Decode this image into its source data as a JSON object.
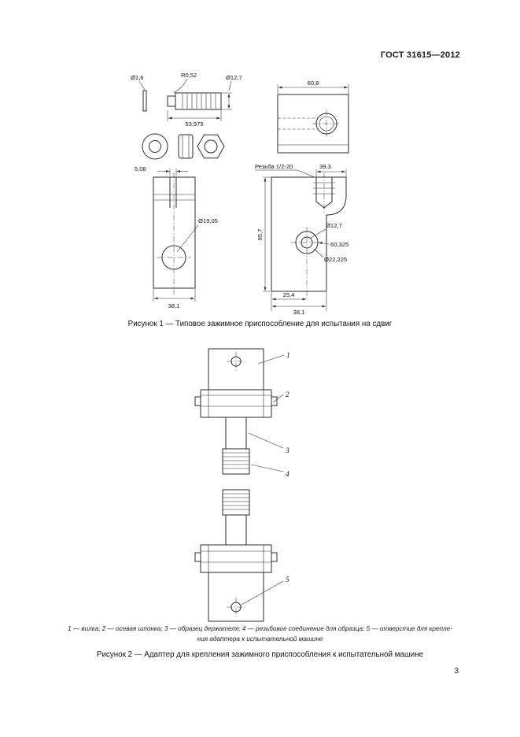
{
  "page": {
    "header": "ГОСТ 31615—2012",
    "page_number": "3"
  },
  "figure1": {
    "caption": "Рисунок 1 — Типовое зажимное приспособление для испытания на сдвиг",
    "dims": {
      "pin_hole_dia": "Ø1,6",
      "fillet_radius": "R0,52",
      "pin_dia": "Ø12,7",
      "pin_length": "53,975",
      "block_top_width": "60,8",
      "slot_width": "5,08",
      "bore_dia": "Ø19,05",
      "block_width_left": "38,1",
      "thread_callout": "Резьба 1/2-20",
      "thread_offset": "39,3",
      "block_height": "95,7",
      "hole_dia": "Ø12,7",
      "hole_height": "60,325",
      "cbore_dia": "Ø22,225",
      "hole_offset": "25,4",
      "block_width_right": "38,1"
    }
  },
  "figure2": {
    "caption": "Рисунок 2 — Адаптер для крепления зажимного приспособления к испытательной машине",
    "callouts": [
      "1",
      "2",
      "3",
      "4",
      "5"
    ],
    "legend_line1": "1 — вилка; 2 — осевая шпонка; 3 — образец держателя; 4 — резьбовое соединение для образца; 5 — отверстие для крепле-",
    "legend_line2": "ния адаптера к испытательной машине"
  }
}
